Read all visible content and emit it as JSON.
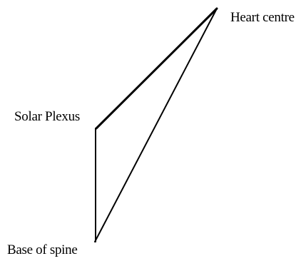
{
  "diagram": {
    "labels": {
      "heart": "Heart centre",
      "solar": "Solar Plexus",
      "base": "Base of spine"
    },
    "line_color": "#000000",
    "background": "#ffffff"
  }
}
